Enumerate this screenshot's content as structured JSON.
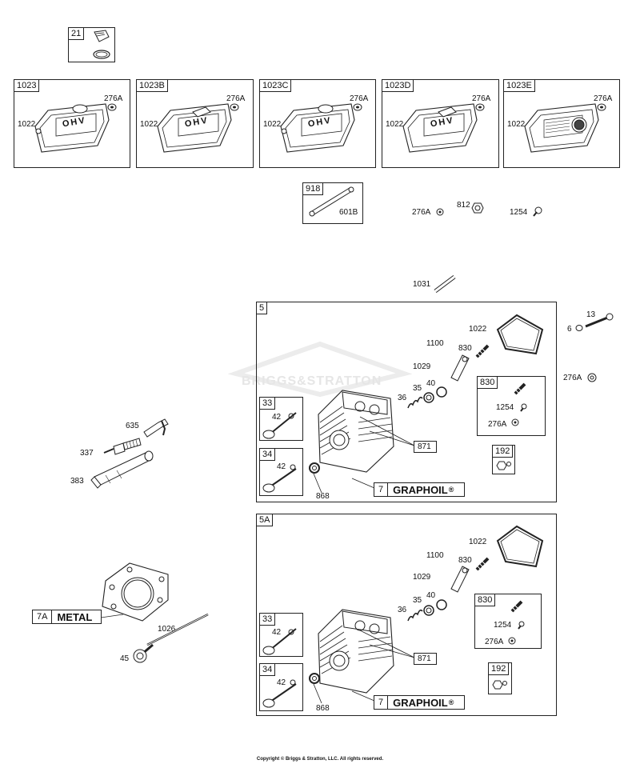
{
  "boxes": {
    "b21": "21",
    "b1023": "1023",
    "b1023b": "1023B",
    "b1023c": "1023C",
    "b1023d": "1023D",
    "b1023e": "1023E",
    "b918": "918",
    "b5": "5",
    "b5a": "5A",
    "b33": "33",
    "b34": "34",
    "b830": "830",
    "b192": "192"
  },
  "parts": {
    "p1022": "1022",
    "p276a": "276A",
    "p601b": "601B",
    "p812": "812",
    "p1254": "1254",
    "p1031": "1031",
    "p13": "13",
    "p6": "6",
    "p1100": "1100",
    "p830": "830",
    "p1029": "1029",
    "p35": "35",
    "p40": "40",
    "p36": "36",
    "p42": "42",
    "p871": "871",
    "p868": "868",
    "p7": "7",
    "p7a": "7A",
    "p635": "635",
    "p337": "337",
    "p383": "383",
    "p1026": "1026",
    "p45": "45"
  },
  "labels": {
    "graphoil": "GRAPHOIL",
    "metal": "METAL",
    "registered": "®",
    "watermark": "BRIGGS&STRATTON",
    "ohv": "OHV"
  },
  "footer": {
    "copyright": "Copyright © Briggs & Stratton, LLC. All rights reserved."
  }
}
